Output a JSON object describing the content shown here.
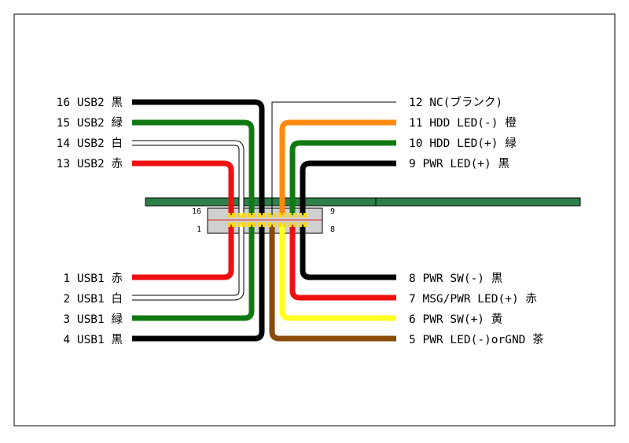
{
  "left_top_wires": [
    {
      "label": "16 USB2 黒",
      "color": "#000000"
    },
    {
      "label": "15 USB2 緑",
      "color": "#107a10"
    },
    {
      "label": "14 USB2 白",
      "color": "#ffffff"
    },
    {
      "label": "13 USB2 赤",
      "color": "#ee1010"
    }
  ],
  "left_bottom_wires": [
    {
      "label": "1 USB1 赤",
      "color": "#ee1010"
    },
    {
      "label": "2 USB1 白",
      "color": "#ffffff"
    },
    {
      "label": "3 USB1 緑",
      "color": "#107a10"
    },
    {
      "label": "4 USB1 黒",
      "color": "#000000"
    }
  ],
  "right_top_wires": [
    {
      "label": "12 NC(ブランク)",
      "color": "#ffffff"
    },
    {
      "label": "11 HDD LED(-) 橙",
      "color": "#ff8a10"
    },
    {
      "label": "10 HDD LED(+) 緑",
      "color": "#107a10"
    },
    {
      "label": "9 PWR LED(+) 黒",
      "color": "#000000"
    }
  ],
  "right_bottom_wires": [
    {
      "label": "8 PWR SW(-) 黒",
      "color": "#000000"
    },
    {
      "label": "7 MSG/PWR LED(+) 赤",
      "color": "#ee1010"
    },
    {
      "label": "6 PWR SW(+) 黄",
      "color": "#ffff20"
    },
    {
      "label": "5 PWR LED(-)orGND 茶",
      "color": "#8a4a08"
    }
  ],
  "connector": {
    "pin_top_left": "16",
    "pin_bottom_left": "1",
    "pin_top_right": "9",
    "pin_bottom_right": "8"
  },
  "colors": {
    "board": "#2e8048",
    "connector_fill": "#d0d0d0",
    "pin_dot": "#ffd800",
    "ref_line": "#e02020"
  }
}
